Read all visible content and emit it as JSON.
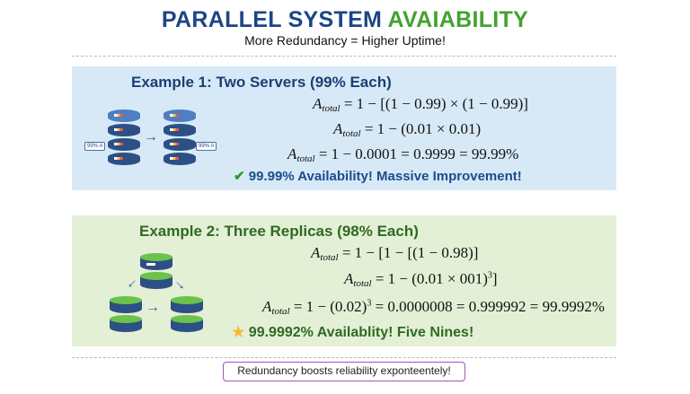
{
  "title": {
    "part1": "PARALLEL SYSTEM",
    "part2": "AVAIABILITY"
  },
  "subtitle": "More Redundancy = Higher Uptime!",
  "example1": {
    "heading": "Example 1: Two Servers (99% Each)",
    "server_label": "99% A",
    "equations": [
      {
        "var": "A",
        "sub": "total",
        "rhs": "= 1 − [(1 − 0.99) × (1 − 0.99)]"
      },
      {
        "var": "A",
        "sub": "total",
        "rhs": "= 1 − (0.01 × 0.01)"
      },
      {
        "var": "A",
        "sub": "total",
        "rhs": "= 1 − 0.0001 = 0.9999 = 99.99%"
      }
    ],
    "result_icon": "✔",
    "result": "99.99% Availability! Massive Improvement!"
  },
  "example2": {
    "heading": "Example 2: Three Replicas (98% Each)",
    "equations": [
      {
        "var": "A",
        "sub": "total",
        "rhs": "= 1 − [1 − [(1 − 0.98)]"
      },
      {
        "var": "A",
        "sub": "total",
        "rhs": "= 1 − (0.01 × 001)",
        "sup": "3",
        "rhs2": "]"
      },
      {
        "var": "A",
        "sub": "total",
        "rhs": "= 1 − (0.02)",
        "sup": "3",
        "rhs2": " = 0.0000008 = 0.999992 = 99.9992%"
      }
    ],
    "result_icon": "★",
    "result": "99.9992% Availablity! Five Nines!"
  },
  "footer": "Redundancy boosts reliability exponteentely!",
  "colors": {
    "blue_title": "#1b4587",
    "green_title": "#43a22f",
    "blue_panel": "#d7e9f6",
    "green_panel": "#e4f0d6"
  }
}
